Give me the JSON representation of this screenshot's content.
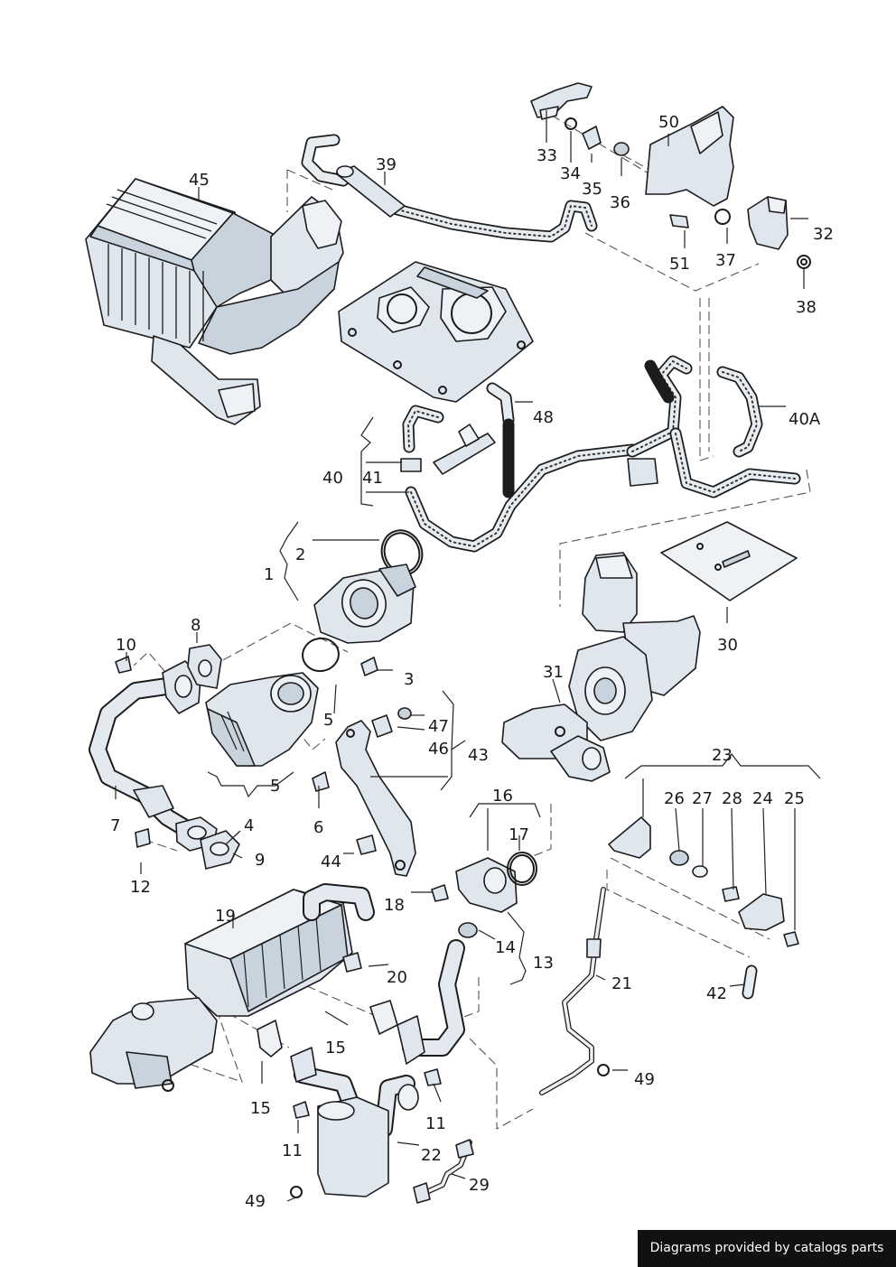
{
  "diagram": {
    "labels": [
      {
        "id": "l1",
        "text": "1"
      },
      {
        "id": "l2",
        "text": "2"
      },
      {
        "id": "l3",
        "text": "3"
      },
      {
        "id": "l4",
        "text": "4"
      },
      {
        "id": "l5a",
        "text": "5"
      },
      {
        "id": "l5b",
        "text": "5"
      },
      {
        "id": "l6",
        "text": "6"
      },
      {
        "id": "l7",
        "text": "7"
      },
      {
        "id": "l8",
        "text": "8"
      },
      {
        "id": "l9",
        "text": "9"
      },
      {
        "id": "l10",
        "text": "10"
      },
      {
        "id": "l11a",
        "text": "11"
      },
      {
        "id": "l11b",
        "text": "11"
      },
      {
        "id": "l12",
        "text": "12"
      },
      {
        "id": "l13",
        "text": "13"
      },
      {
        "id": "l14",
        "text": "14"
      },
      {
        "id": "l15a",
        "text": "15"
      },
      {
        "id": "l15b",
        "text": "15"
      },
      {
        "id": "l16",
        "text": "16"
      },
      {
        "id": "l17",
        "text": "17"
      },
      {
        "id": "l18",
        "text": "18"
      },
      {
        "id": "l19",
        "text": "19"
      },
      {
        "id": "l20",
        "text": "20"
      },
      {
        "id": "l21",
        "text": "21"
      },
      {
        "id": "l22",
        "text": "22"
      },
      {
        "id": "l23",
        "text": "23"
      },
      {
        "id": "l24",
        "text": "24"
      },
      {
        "id": "l25",
        "text": "25"
      },
      {
        "id": "l26",
        "text": "26"
      },
      {
        "id": "l27",
        "text": "27"
      },
      {
        "id": "l28",
        "text": "28"
      },
      {
        "id": "l29",
        "text": "29"
      },
      {
        "id": "l30",
        "text": "30"
      },
      {
        "id": "l31",
        "text": "31"
      },
      {
        "id": "l32",
        "text": "32"
      },
      {
        "id": "l33",
        "text": "33"
      },
      {
        "id": "l34",
        "text": "34"
      },
      {
        "id": "l35",
        "text": "35"
      },
      {
        "id": "l36",
        "text": "36"
      },
      {
        "id": "l37",
        "text": "37"
      },
      {
        "id": "l38",
        "text": "38"
      },
      {
        "id": "l39",
        "text": "39"
      },
      {
        "id": "l40",
        "text": "40"
      },
      {
        "id": "l40A",
        "text": "40A"
      },
      {
        "id": "l41",
        "text": "41"
      },
      {
        "id": "l42",
        "text": "42"
      },
      {
        "id": "l43",
        "text": "43"
      },
      {
        "id": "l44",
        "text": "44"
      },
      {
        "id": "l45",
        "text": "45"
      },
      {
        "id": "l46",
        "text": "46"
      },
      {
        "id": "l47",
        "text": "47"
      },
      {
        "id": "l48",
        "text": "48"
      },
      {
        "id": "l49a",
        "text": "49"
      },
      {
        "id": "l49b",
        "text": "49"
      },
      {
        "id": "l50",
        "text": "50"
      },
      {
        "id": "l51",
        "text": "51"
      }
    ]
  },
  "footer": {
    "text": "Diagrams provided by catalogs parts"
  }
}
